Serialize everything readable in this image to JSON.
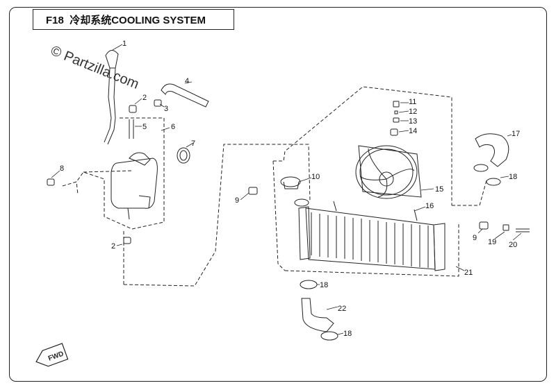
{
  "title": {
    "code": "F18",
    "text": "冷却系统COOLING SYSTEM"
  },
  "watermark": "© Partzilla.com",
  "fwd_label": "FWD",
  "callouts": [
    {
      "id": "c1",
      "label": "1"
    },
    {
      "id": "c2a",
      "label": "2"
    },
    {
      "id": "c3",
      "label": "3"
    },
    {
      "id": "c4",
      "label": "4"
    },
    {
      "id": "c5",
      "label": "5"
    },
    {
      "id": "c6",
      "label": "6"
    },
    {
      "id": "c7",
      "label": "7"
    },
    {
      "id": "c8",
      "label": "8"
    },
    {
      "id": "c2b",
      "label": "2"
    },
    {
      "id": "c9a",
      "label": "9"
    },
    {
      "id": "c10",
      "label": "10"
    },
    {
      "id": "c11",
      "label": "11"
    },
    {
      "id": "c12",
      "label": "12"
    },
    {
      "id": "c13",
      "label": "13"
    },
    {
      "id": "c14",
      "label": "14"
    },
    {
      "id": "c15",
      "label": "15"
    },
    {
      "id": "c16",
      "label": "16"
    },
    {
      "id": "c17",
      "label": "17"
    },
    {
      "id": "c18a",
      "label": "18"
    },
    {
      "id": "c9b",
      "label": "9"
    },
    {
      "id": "c19",
      "label": "19"
    },
    {
      "id": "c20",
      "label": "20"
    },
    {
      "id": "c21",
      "label": "21"
    },
    {
      "id": "c18b",
      "label": "18"
    },
    {
      "id": "c22",
      "label": "22"
    },
    {
      "id": "c18c",
      "label": "18"
    }
  ],
  "colors": {
    "line": "#222222",
    "background": "#ffffff"
  }
}
